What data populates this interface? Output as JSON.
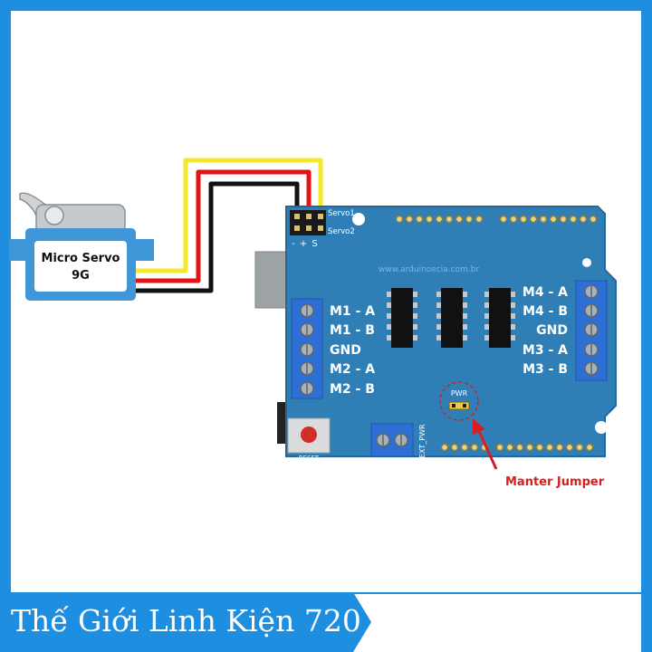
{
  "servo": {
    "line1": "Micro Servo",
    "line2": "9G"
  },
  "header": {
    "servo1": "Servo1",
    "servo2": "Servo2",
    "pins": "- + S"
  },
  "website": "www.arduinoecia.com.br",
  "left_terminals": [
    "M1 - A",
    "M1 - B",
    "GND",
    "M2 - A",
    "M2 - B"
  ],
  "right_terminals": [
    "M4 - A",
    "M4 - B",
    "GND",
    "M3 - A",
    "M3 - B"
  ],
  "pwr_label": "PWR",
  "ext_pwr_label": "EXT_PWR",
  "reset_label": "RESET",
  "annotation": "Manter Jumper",
  "banner": {
    "text": "Thế Giới Linh Kiện 720"
  },
  "colors": {
    "board": "#2f7fb6",
    "servo_body": "#3f97d9",
    "wire_yellow": "#f2ea2a",
    "wire_red": "#e01414",
    "wire_black": "#111111",
    "annotation": "#d42020",
    "brand_blue": "#1e8fe0"
  }
}
